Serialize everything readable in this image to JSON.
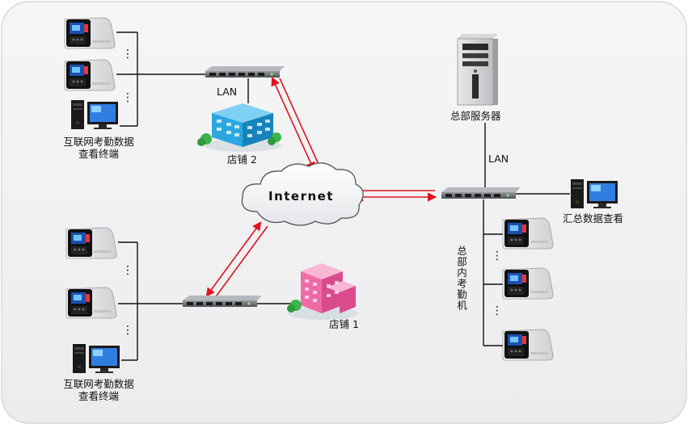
{
  "labels": {
    "terminal_top_line1": "互联网考勤数据",
    "terminal_top_line2": "查看终端",
    "terminal_bottom_line1": "互联网考勤数据",
    "terminal_bottom_line2": "查看终端",
    "lan_left": "LAN",
    "store2": "店铺 2",
    "store1": "店铺 1",
    "internet": "Internet",
    "hq_server": "总部服务器",
    "lan_right": "LAN",
    "summary_view": "汇总数据查看",
    "hq_attendance": "总部内考勤机",
    "dots": "⋮"
  },
  "colors": {
    "link_red": "#e0141e",
    "line_black": "#111111",
    "store2_blue": "#2aa7e0",
    "store1_pink": "#f06aa8",
    "tree_green": "#3cb44b",
    "switch_grey": "#6f7378",
    "frame_bg": "#f2f2f3"
  }
}
